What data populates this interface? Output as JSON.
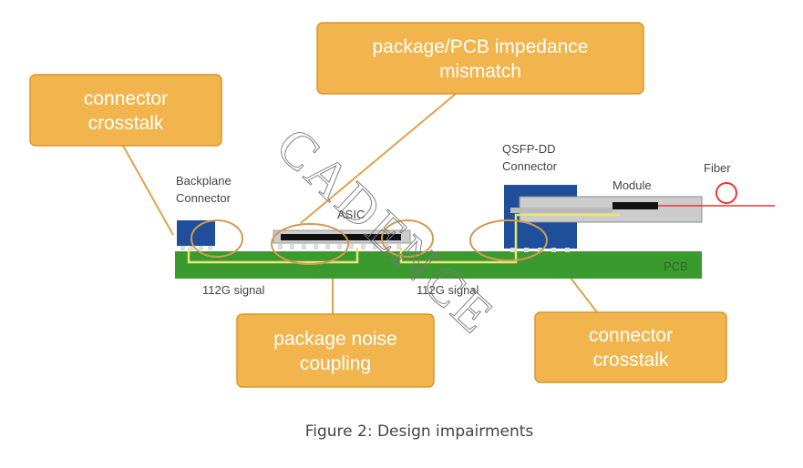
{
  "callouts": {
    "top_left": [
      "connector",
      "crosstalk"
    ],
    "top_center": [
      "package/PCB impedance",
      "mismatch"
    ],
    "bottom_left": [
      "package noise",
      "coupling"
    ],
    "bottom_right": [
      "connector",
      "crosstalk"
    ]
  },
  "labels": {
    "backplane": [
      "Backplane",
      "Connector"
    ],
    "asic": "ASIC",
    "qsfp": [
      "QSFP-DD",
      "Connector"
    ],
    "module": "Module",
    "fiber": "Fiber",
    "pcb": "PCB",
    "signal_left": "112G signal",
    "signal_right": "112G signal"
  },
  "watermark": "CADENCE",
  "caption": "Figure 2: Design impairments",
  "colors": {
    "callout": "#f2b54d",
    "pcb": "#3b9a2e",
    "connector": "#1f4f9a",
    "trace": "#e8e870",
    "fiber": "#e33"
  }
}
